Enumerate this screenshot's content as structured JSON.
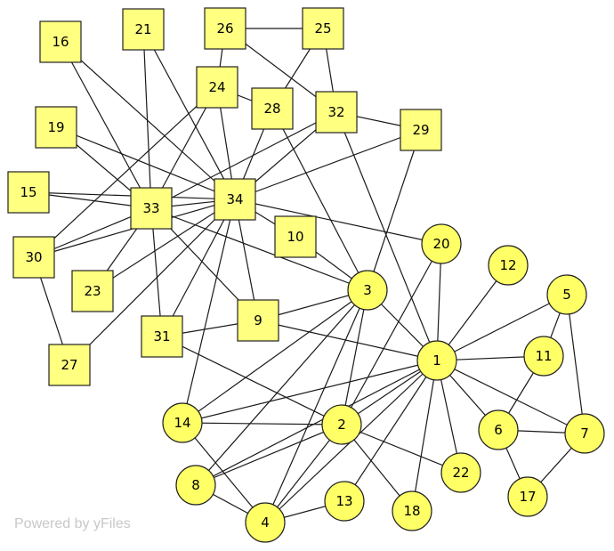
{
  "watermark": "Powered by yFiles",
  "colors": {
    "node_fill": "#ffff80",
    "stroke": "#222222"
  },
  "nodes": [
    {
      "id": "1",
      "shape": "circle"
    },
    {
      "id": "2",
      "shape": "circle"
    },
    {
      "id": "3",
      "shape": "circle"
    },
    {
      "id": "4",
      "shape": "circle"
    },
    {
      "id": "5",
      "shape": "circle"
    },
    {
      "id": "6",
      "shape": "circle"
    },
    {
      "id": "7",
      "shape": "circle"
    },
    {
      "id": "8",
      "shape": "circle"
    },
    {
      "id": "9",
      "shape": "square"
    },
    {
      "id": "10",
      "shape": "square"
    },
    {
      "id": "11",
      "shape": "circle"
    },
    {
      "id": "12",
      "shape": "circle"
    },
    {
      "id": "13",
      "shape": "circle"
    },
    {
      "id": "14",
      "shape": "circle"
    },
    {
      "id": "15",
      "shape": "square"
    },
    {
      "id": "16",
      "shape": "square"
    },
    {
      "id": "17",
      "shape": "circle"
    },
    {
      "id": "18",
      "shape": "circle"
    },
    {
      "id": "19",
      "shape": "square"
    },
    {
      "id": "20",
      "shape": "circle"
    },
    {
      "id": "21",
      "shape": "square"
    },
    {
      "id": "22",
      "shape": "circle"
    },
    {
      "id": "23",
      "shape": "square"
    },
    {
      "id": "24",
      "shape": "square"
    },
    {
      "id": "25",
      "shape": "square"
    },
    {
      "id": "26",
      "shape": "square"
    },
    {
      "id": "27",
      "shape": "square"
    },
    {
      "id": "28",
      "shape": "square"
    },
    {
      "id": "29",
      "shape": "square"
    },
    {
      "id": "30",
      "shape": "square"
    },
    {
      "id": "31",
      "shape": "square"
    },
    {
      "id": "32",
      "shape": "square"
    },
    {
      "id": "33",
      "shape": "square"
    },
    {
      "id": "34",
      "shape": "square"
    }
  ],
  "edges": [
    [
      "1",
      "2"
    ],
    [
      "1",
      "3"
    ],
    [
      "1",
      "4"
    ],
    [
      "1",
      "5"
    ],
    [
      "1",
      "6"
    ],
    [
      "1",
      "7"
    ],
    [
      "1",
      "8"
    ],
    [
      "1",
      "9"
    ],
    [
      "1",
      "11"
    ],
    [
      "1",
      "12"
    ],
    [
      "1",
      "13"
    ],
    [
      "1",
      "14"
    ],
    [
      "1",
      "18"
    ],
    [
      "1",
      "20"
    ],
    [
      "1",
      "22"
    ],
    [
      "1",
      "32"
    ],
    [
      "2",
      "3"
    ],
    [
      "2",
      "4"
    ],
    [
      "2",
      "8"
    ],
    [
      "2",
      "14"
    ],
    [
      "2",
      "18"
    ],
    [
      "2",
      "20"
    ],
    [
      "2",
      "22"
    ],
    [
      "2",
      "31"
    ],
    [
      "3",
      "4"
    ],
    [
      "3",
      "8"
    ],
    [
      "3",
      "9"
    ],
    [
      "3",
      "10"
    ],
    [
      "3",
      "14"
    ],
    [
      "3",
      "28"
    ],
    [
      "3",
      "29"
    ],
    [
      "3",
      "33"
    ],
    [
      "4",
      "8"
    ],
    [
      "4",
      "13"
    ],
    [
      "4",
      "14"
    ],
    [
      "5",
      "7"
    ],
    [
      "5",
      "11"
    ],
    [
      "6",
      "7"
    ],
    [
      "6",
      "11"
    ],
    [
      "6",
      "17"
    ],
    [
      "7",
      "17"
    ],
    [
      "9",
      "31"
    ],
    [
      "9",
      "33"
    ],
    [
      "9",
      "34"
    ],
    [
      "10",
      "34"
    ],
    [
      "14",
      "34"
    ],
    [
      "15",
      "33"
    ],
    [
      "15",
      "34"
    ],
    [
      "16",
      "33"
    ],
    [
      "16",
      "34"
    ],
    [
      "19",
      "33"
    ],
    [
      "19",
      "34"
    ],
    [
      "20",
      "34"
    ],
    [
      "21",
      "33"
    ],
    [
      "21",
      "34"
    ],
    [
      "23",
      "33"
    ],
    [
      "23",
      "34"
    ],
    [
      "24",
      "26"
    ],
    [
      "24",
      "28"
    ],
    [
      "24",
      "30"
    ],
    [
      "24",
      "33"
    ],
    [
      "24",
      "34"
    ],
    [
      "25",
      "26"
    ],
    [
      "25",
      "28"
    ],
    [
      "25",
      "32"
    ],
    [
      "26",
      "32"
    ],
    [
      "27",
      "30"
    ],
    [
      "27",
      "34"
    ],
    [
      "28",
      "34"
    ],
    [
      "29",
      "32"
    ],
    [
      "29",
      "34"
    ],
    [
      "30",
      "33"
    ],
    [
      "30",
      "34"
    ],
    [
      "31",
      "33"
    ],
    [
      "31",
      "34"
    ],
    [
      "32",
      "33"
    ],
    [
      "32",
      "34"
    ],
    [
      "33",
      "34"
    ]
  ]
}
